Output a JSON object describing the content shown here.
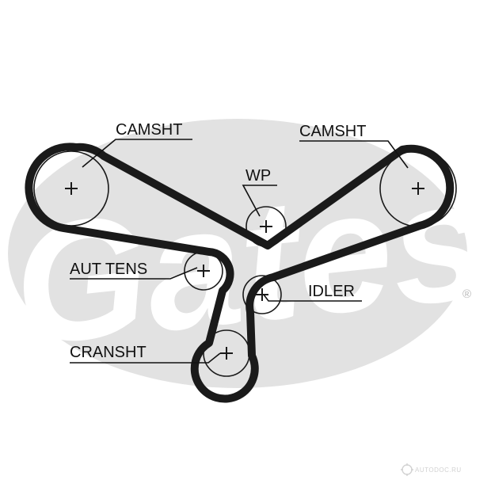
{
  "logo": {
    "text": "Gates",
    "registered": "®"
  },
  "labels": {
    "camshaft_left": "CAMSHT",
    "camshaft_right": "CAMSHT",
    "water_pump": "WP",
    "auto_tensioner": "AUT TENS",
    "idler": "IDLER",
    "crankshaft": "CRANSHT"
  },
  "watermark": "AUTODOC.RU",
  "colors": {
    "logo": "#e2e2e2",
    "belt": "#1a1a1a",
    "ink": "#111111"
  }
}
